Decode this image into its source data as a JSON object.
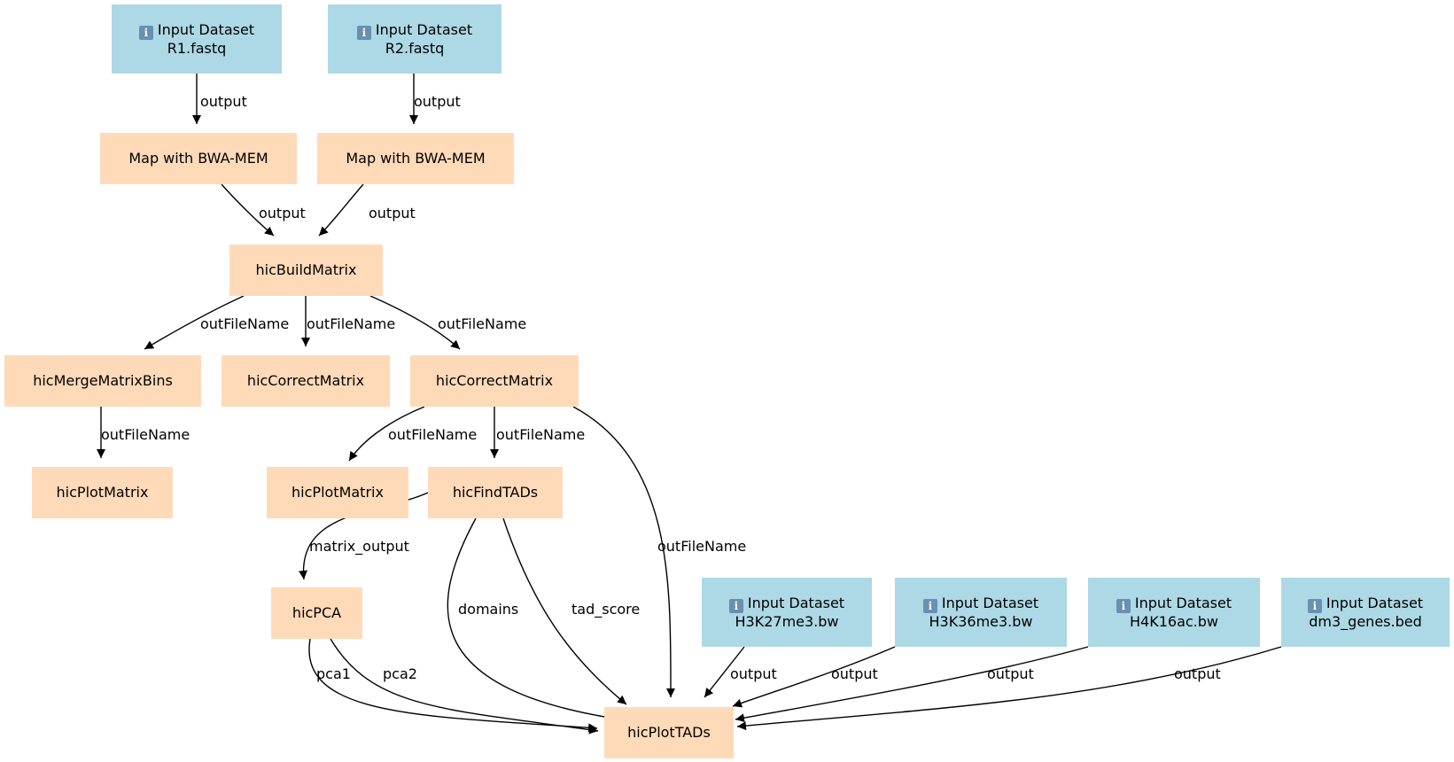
{
  "colors": {
    "input_fill": "#add8e6",
    "tool_fill": "#ffdab9",
    "edge": "#000000",
    "icon": "#6a8fb0"
  },
  "nodes": [
    {
      "id": "in_r1",
      "kind": "input",
      "icon": "info-icon",
      "header": "Input Dataset",
      "label": "R1.fastq"
    },
    {
      "id": "in_r2",
      "kind": "input",
      "icon": "info-icon",
      "header": "Input Dataset",
      "label": "R2.fastq"
    },
    {
      "id": "bwa1",
      "kind": "tool",
      "label": "Map with BWA-MEM"
    },
    {
      "id": "bwa2",
      "kind": "tool",
      "label": "Map with BWA-MEM"
    },
    {
      "id": "build",
      "kind": "tool",
      "label": "hicBuildMatrix"
    },
    {
      "id": "merge",
      "kind": "tool",
      "label": "hicMergeMatrixBins"
    },
    {
      "id": "correct1",
      "kind": "tool",
      "label": "hicCorrectMatrix"
    },
    {
      "id": "correct2",
      "kind": "tool",
      "label": "hicCorrectMatrix"
    },
    {
      "id": "plot1",
      "kind": "tool",
      "label": "hicPlotMatrix"
    },
    {
      "id": "plot2",
      "kind": "tool",
      "label": "hicPlotMatrix"
    },
    {
      "id": "findtads",
      "kind": "tool",
      "label": "hicFindTADs"
    },
    {
      "id": "pca",
      "kind": "tool",
      "label": "hicPCA"
    },
    {
      "id": "in_h3k27",
      "kind": "input",
      "icon": "info-icon",
      "header": "Input Dataset",
      "label": "H3K27me3.bw"
    },
    {
      "id": "in_h3k36",
      "kind": "input",
      "icon": "info-icon",
      "header": "Input Dataset",
      "label": "H3K36me3.bw"
    },
    {
      "id": "in_h4k16",
      "kind": "input",
      "icon": "info-icon",
      "header": "Input Dataset",
      "label": "H4K16ac.bw"
    },
    {
      "id": "in_dm3",
      "kind": "input",
      "icon": "info-icon",
      "header": "Input Dataset",
      "label": "dm3_genes.bed"
    },
    {
      "id": "plottads",
      "kind": "tool",
      "label": "hicPlotTADs"
    }
  ],
  "edges": [
    {
      "id": "e1",
      "from": "in_r1",
      "to": "bwa1",
      "label": "output"
    },
    {
      "id": "e2",
      "from": "in_r2",
      "to": "bwa2",
      "label": "output"
    },
    {
      "id": "e3",
      "from": "bwa1",
      "to": "build",
      "label": "output"
    },
    {
      "id": "e4",
      "from": "bwa2",
      "to": "build",
      "label": "output"
    },
    {
      "id": "e5",
      "from": "build",
      "to": "merge",
      "label": "outFileName"
    },
    {
      "id": "e6",
      "from": "build",
      "to": "correct1",
      "label": "outFileName"
    },
    {
      "id": "e7",
      "from": "build",
      "to": "correct2",
      "label": "outFileName"
    },
    {
      "id": "e8",
      "from": "merge",
      "to": "plot1",
      "label": "outFileName"
    },
    {
      "id": "e9",
      "from": "correct2",
      "to": "plot2",
      "label": "outFileName"
    },
    {
      "id": "e10",
      "from": "correct2",
      "to": "findtads",
      "label": "outFileName"
    },
    {
      "id": "e11",
      "from": "correct2",
      "to": "plottads",
      "label": "outFileName"
    },
    {
      "id": "e12",
      "from": "findtads",
      "to": "pca",
      "label": "matrix_output"
    },
    {
      "id": "e13",
      "from": "findtads",
      "to": "plottads",
      "label": "domains"
    },
    {
      "id": "e14",
      "from": "findtads",
      "to": "plottads",
      "label": "tad_score"
    },
    {
      "id": "e15",
      "from": "pca",
      "to": "plottads",
      "label": "pca1"
    },
    {
      "id": "e16",
      "from": "pca",
      "to": "plottads",
      "label": "pca2"
    },
    {
      "id": "e17",
      "from": "in_h3k27",
      "to": "plottads",
      "label": "output"
    },
    {
      "id": "e18",
      "from": "in_h3k36",
      "to": "plottads",
      "label": "output"
    },
    {
      "id": "e19",
      "from": "in_h4k16",
      "to": "plottads",
      "label": "output"
    },
    {
      "id": "e20",
      "from": "in_dm3",
      "to": "plottads",
      "label": "output"
    }
  ]
}
